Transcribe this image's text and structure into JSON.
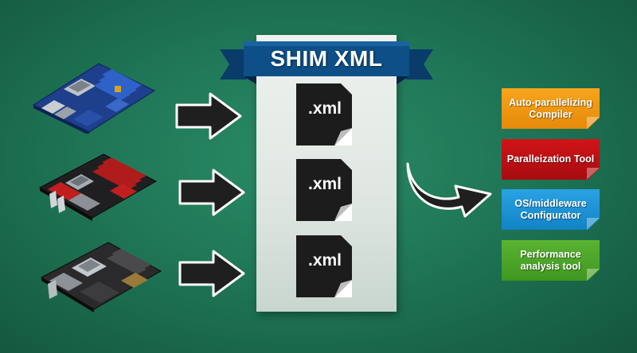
{
  "title": "SHIM XML",
  "files": [
    {
      "label": ".xml"
    },
    {
      "label": ".xml"
    },
    {
      "label": ".xml"
    }
  ],
  "tools": [
    {
      "label": "Auto-parallelizing Compiler",
      "color": "#f29a14"
    },
    {
      "label": "Paralleization Tool",
      "color": "#c01014"
    },
    {
      "label": "OS/middleware Configurator",
      "color": "#1b93d6"
    },
    {
      "label": "Performance analysis tool",
      "color": "#4da52a"
    }
  ],
  "colors": {
    "background": "#1f7656",
    "ribbon": "#0d4f86",
    "panel": "#e4ebe7",
    "file": "#1c1c1c",
    "arrow": "#222222"
  },
  "icons": [
    "motherboard-icon",
    "right-arrow-icon",
    "curved-arrow-icon",
    "xml-file-icon"
  ]
}
